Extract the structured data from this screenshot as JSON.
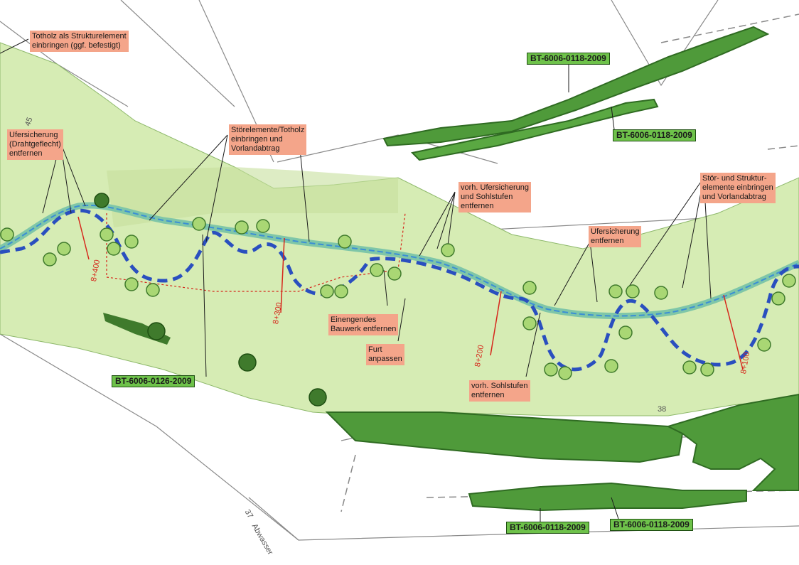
{
  "colors": {
    "meadow": "#d6ecb4",
    "biotope": "#4f9a3a",
    "biotope_dark": "#2f6b22",
    "tree": "#a9d774",
    "tree_dark": "#3f7a2c",
    "channel": "#2a4fbf",
    "red": "#d6261b",
    "label_bg": "#f4a58a",
    "tag_bg": "#6ec24a"
  },
  "annotations": {
    "totholz": "Totholz als Strukturelement\neinbringen (ggf. befestigt)",
    "ufersicherung_draht": "Ufersicherung\n(Drahtgeflecht)\nentfernen",
    "stoerelemente": "Störelemente/Totholz\neinbringen und\nVorlandabtrag",
    "ufersicherung_sohlstufen": "vorh. Ufersicherung\nund Sohlstufen\nentfernen",
    "stoer_struktur": "Stör- und Struktur-\nelemente einbringen\nund Vorlandabtrag",
    "ufersicherung_entf": "Ufersicherung\nentfernen",
    "bauwerk": "Einengendes\nBauwerk entfernen",
    "furt": "Furt\nanpassen",
    "sohlstufen": "vorh. Sohlstufen\nentfernen"
  },
  "biotope_tags": {
    "top_1": "BT-6006-0118-2009",
    "top_2": "BT-6006-0118-2009",
    "left": "BT-6006-0126-2009",
    "bottom_1": "BT-6006-0118-2009",
    "bottom_2": "BT-6006-0118-2009"
  },
  "stations": {
    "s400": "8+400",
    "s300": "8+300",
    "s200": "8+200",
    "s100": "8+100"
  },
  "places": {
    "abwasser": "Abwasser",
    "parcel_37": "37",
    "parcel_45": "45",
    "parcel_38": "38"
  }
}
